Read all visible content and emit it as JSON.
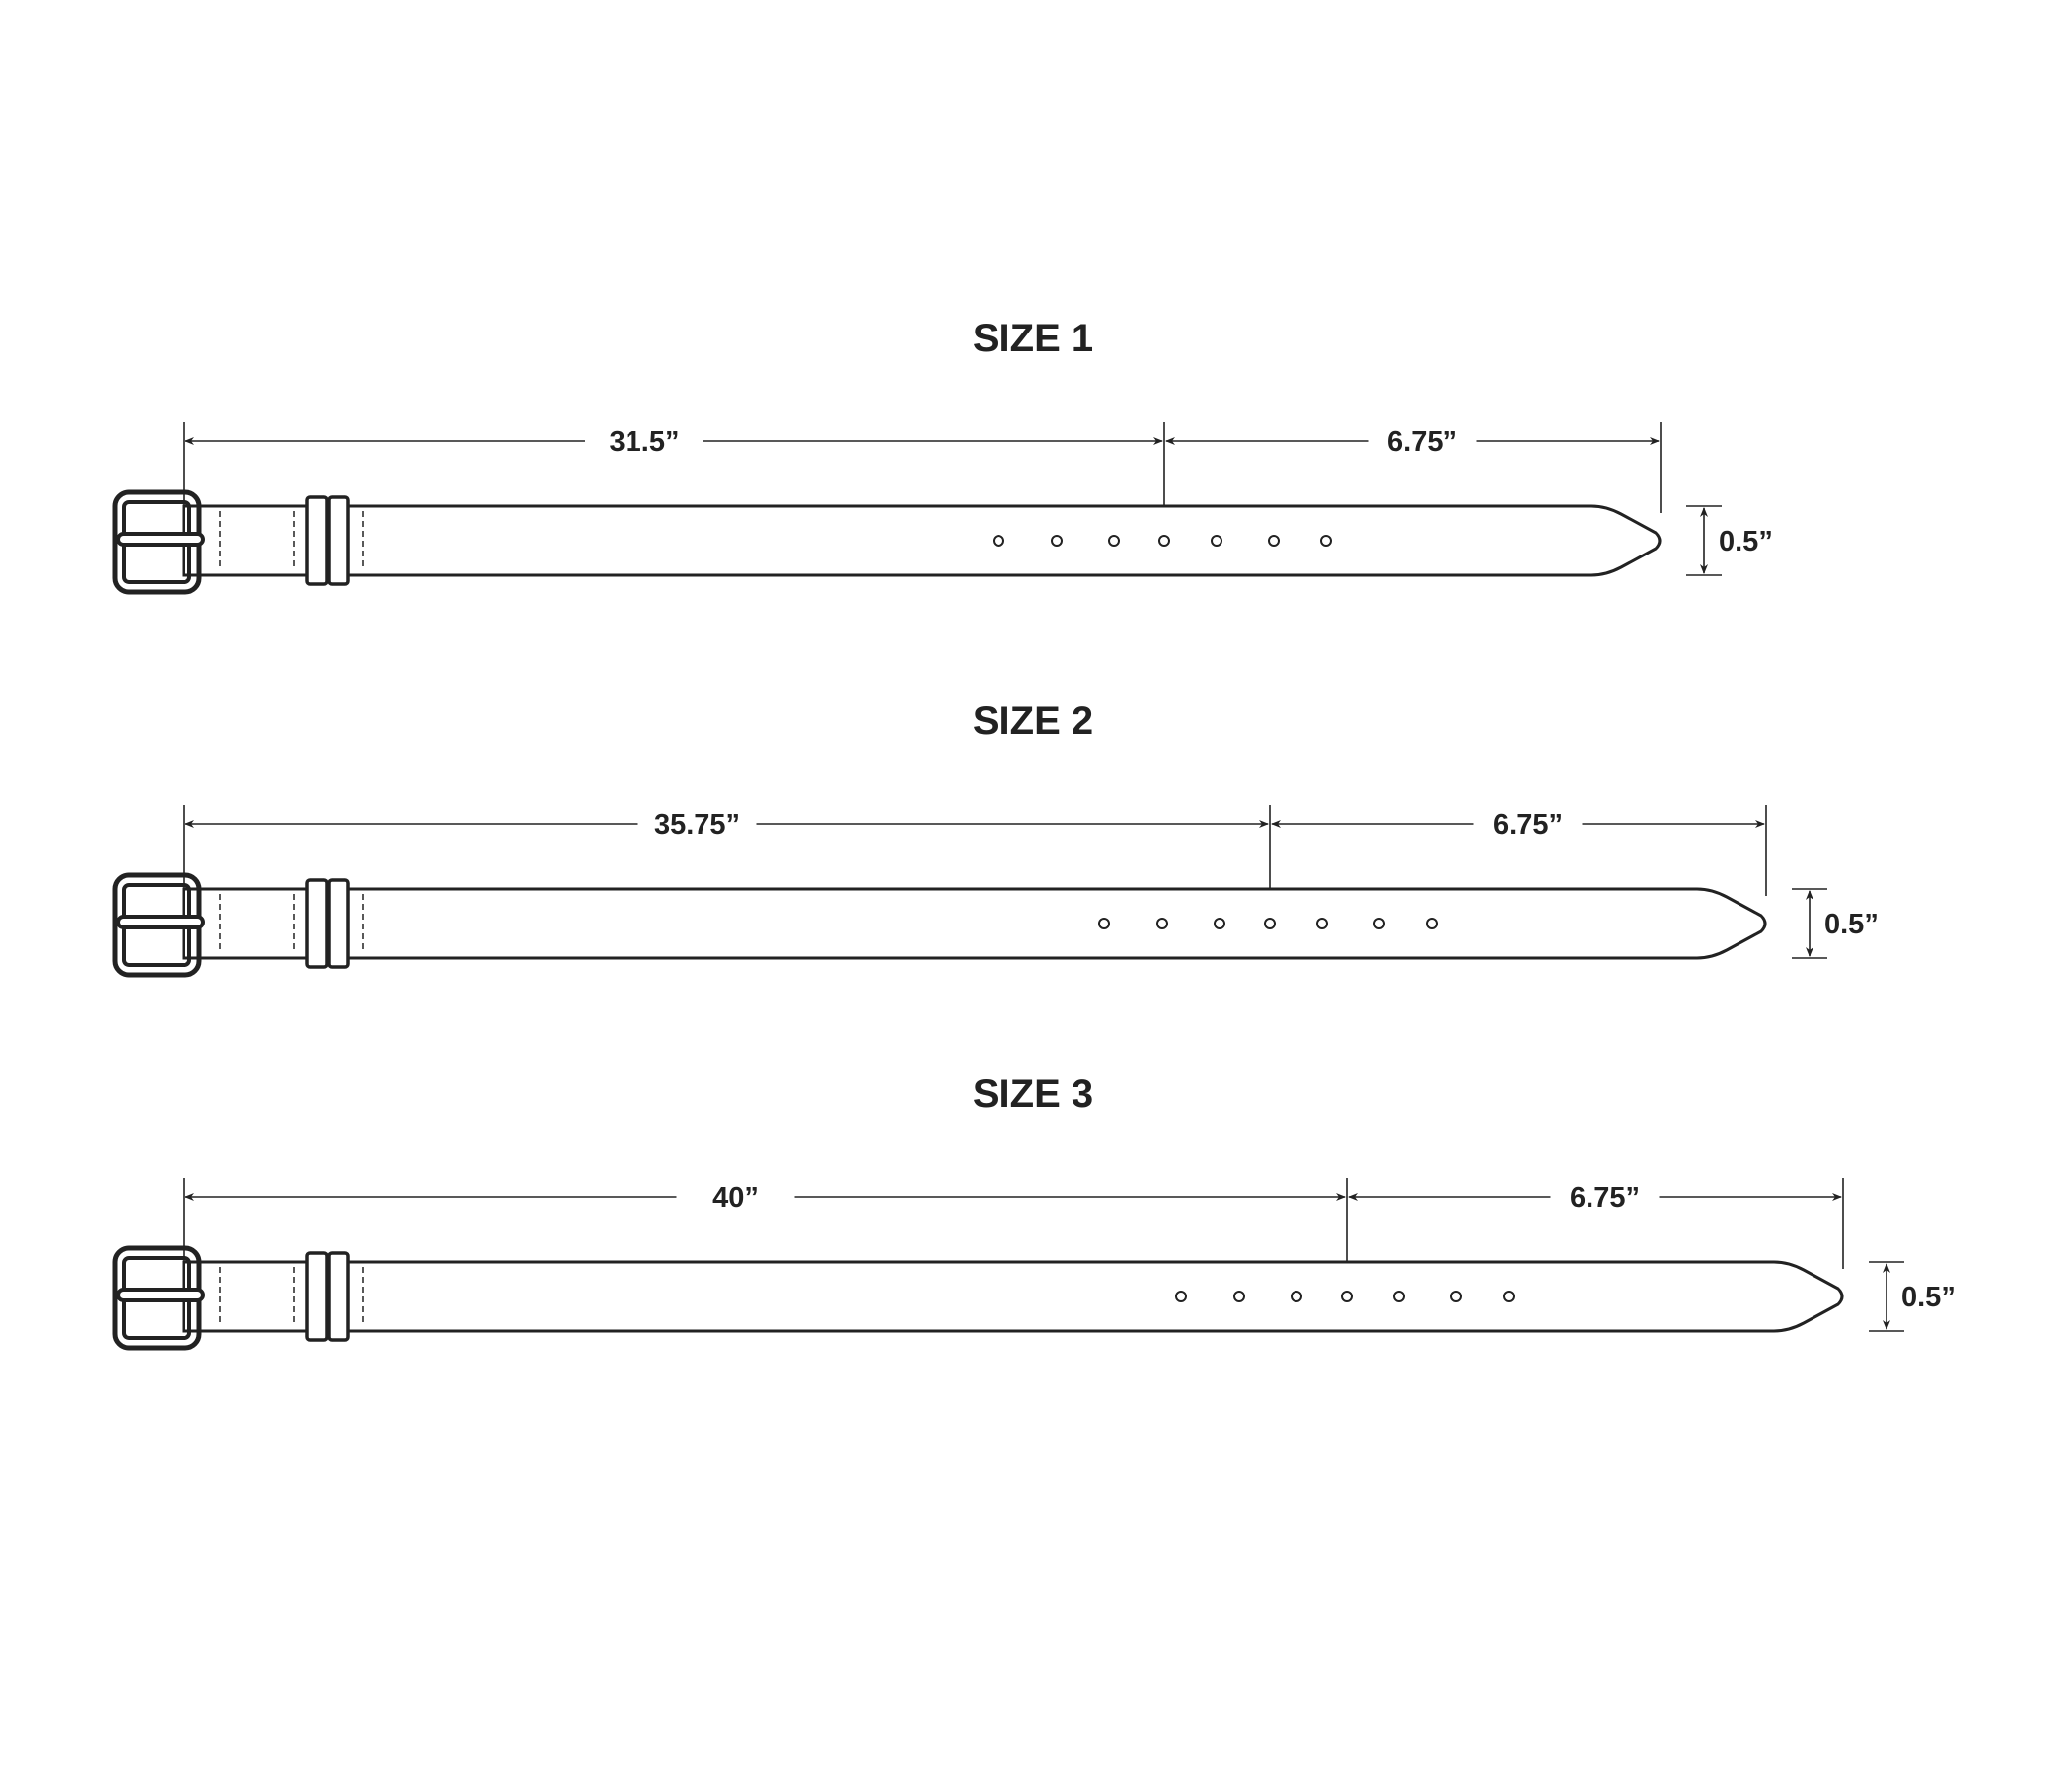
{
  "sizes": [
    {
      "title": "SIZE 1",
      "length_label": "31.5”",
      "tip_label": "6.75”",
      "width_label": "0.5”"
    },
    {
      "title": "SIZE 2",
      "length_label": "35.75”",
      "tip_label": "6.75”",
      "width_label": "0.5”"
    },
    {
      "title": "SIZE 3",
      "length_label": "40”",
      "tip_label": "6.75”",
      "width_label": "0.5”"
    }
  ],
  "holes_per_belt": 7,
  "colors": {
    "line": "#222222",
    "background": "#ffffff"
  }
}
